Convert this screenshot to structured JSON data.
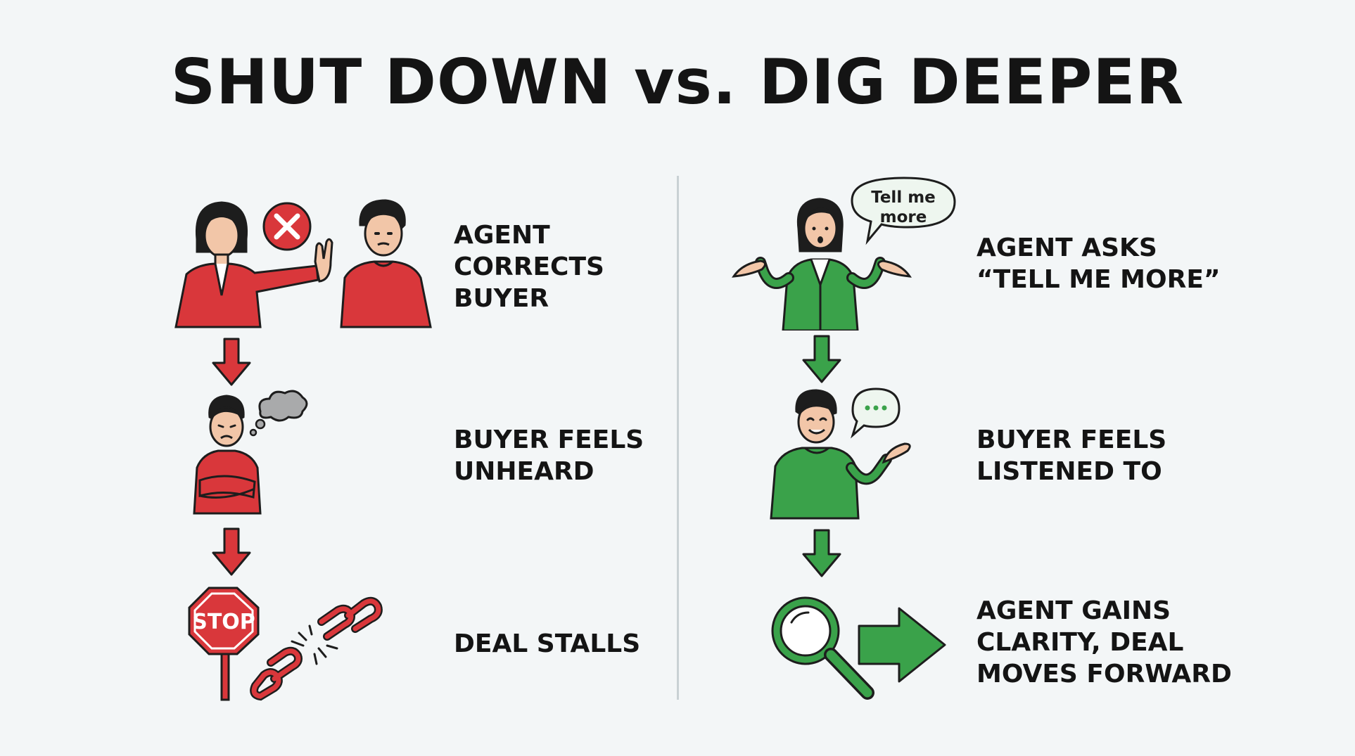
{
  "title": "SHUT DOWN vs. DIG DEEPER",
  "left": {
    "color": "#d9373b",
    "steps": [
      {
        "label": "AGENT\nCORRECTS\nBUYER",
        "icon": "agent-raises-hand-correcting-buyer"
      },
      {
        "label": "BUYER FEELS\nUNHEARD",
        "icon": "frustrated-buyer-arms-crossed"
      },
      {
        "label": "DEAL STALLS",
        "icon": "stop-sign-broken-chain"
      }
    ],
    "stop_sign_text": "STOP"
  },
  "right": {
    "color": "#3aa24a",
    "speech_bubble": "Tell me\nmore",
    "steps": [
      {
        "label": "AGENT ASKS\n“TELL ME MORE”",
        "icon": "agent-open-arms-asking"
      },
      {
        "label": "BUYER FEELS\nLISTENED TO",
        "icon": "happy-buyer-speaking"
      },
      {
        "label": "AGENT GAINS\nCLARITY, DEAL\nMOVES FORWARD",
        "icon": "magnifier-arrow-forward"
      }
    ]
  }
}
